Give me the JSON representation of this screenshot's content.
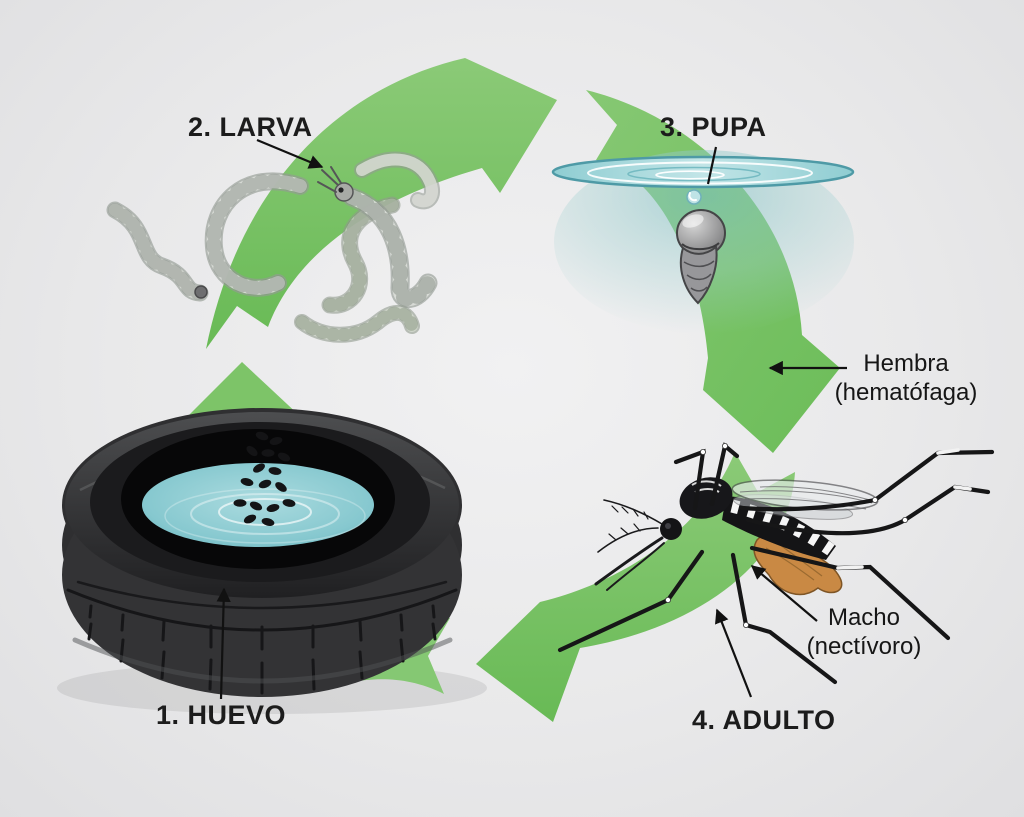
{
  "diagram": {
    "type": "life-cycle",
    "subject": "ciclo de vida del mosquito",
    "language": "es",
    "stages": [
      {
        "id": "huevo",
        "label": "1. HUEVO"
      },
      {
        "id": "larva",
        "label": "2. LARVA"
      },
      {
        "id": "pupa",
        "label": "3. PUPA"
      },
      {
        "id": "adulto",
        "label": "4. ADULTO"
      }
    ],
    "annotations": [
      {
        "id": "hembra",
        "line1": "Hembra",
        "line2": "(hematófaga)"
      },
      {
        "id": "macho",
        "line1": "Macho",
        "line2": "(nectívoro)"
      }
    ],
    "colors": {
      "arrow_green": "#76c161",
      "arrow_green_light": "#8bca77",
      "background": "#e9e9ea",
      "tire_black": "#2f2f31",
      "water_teal": "#8ecdd3",
      "surface_teal": "#aedade",
      "egg_black": "#141416",
      "nectar_orange": "#c98944"
    }
  }
}
